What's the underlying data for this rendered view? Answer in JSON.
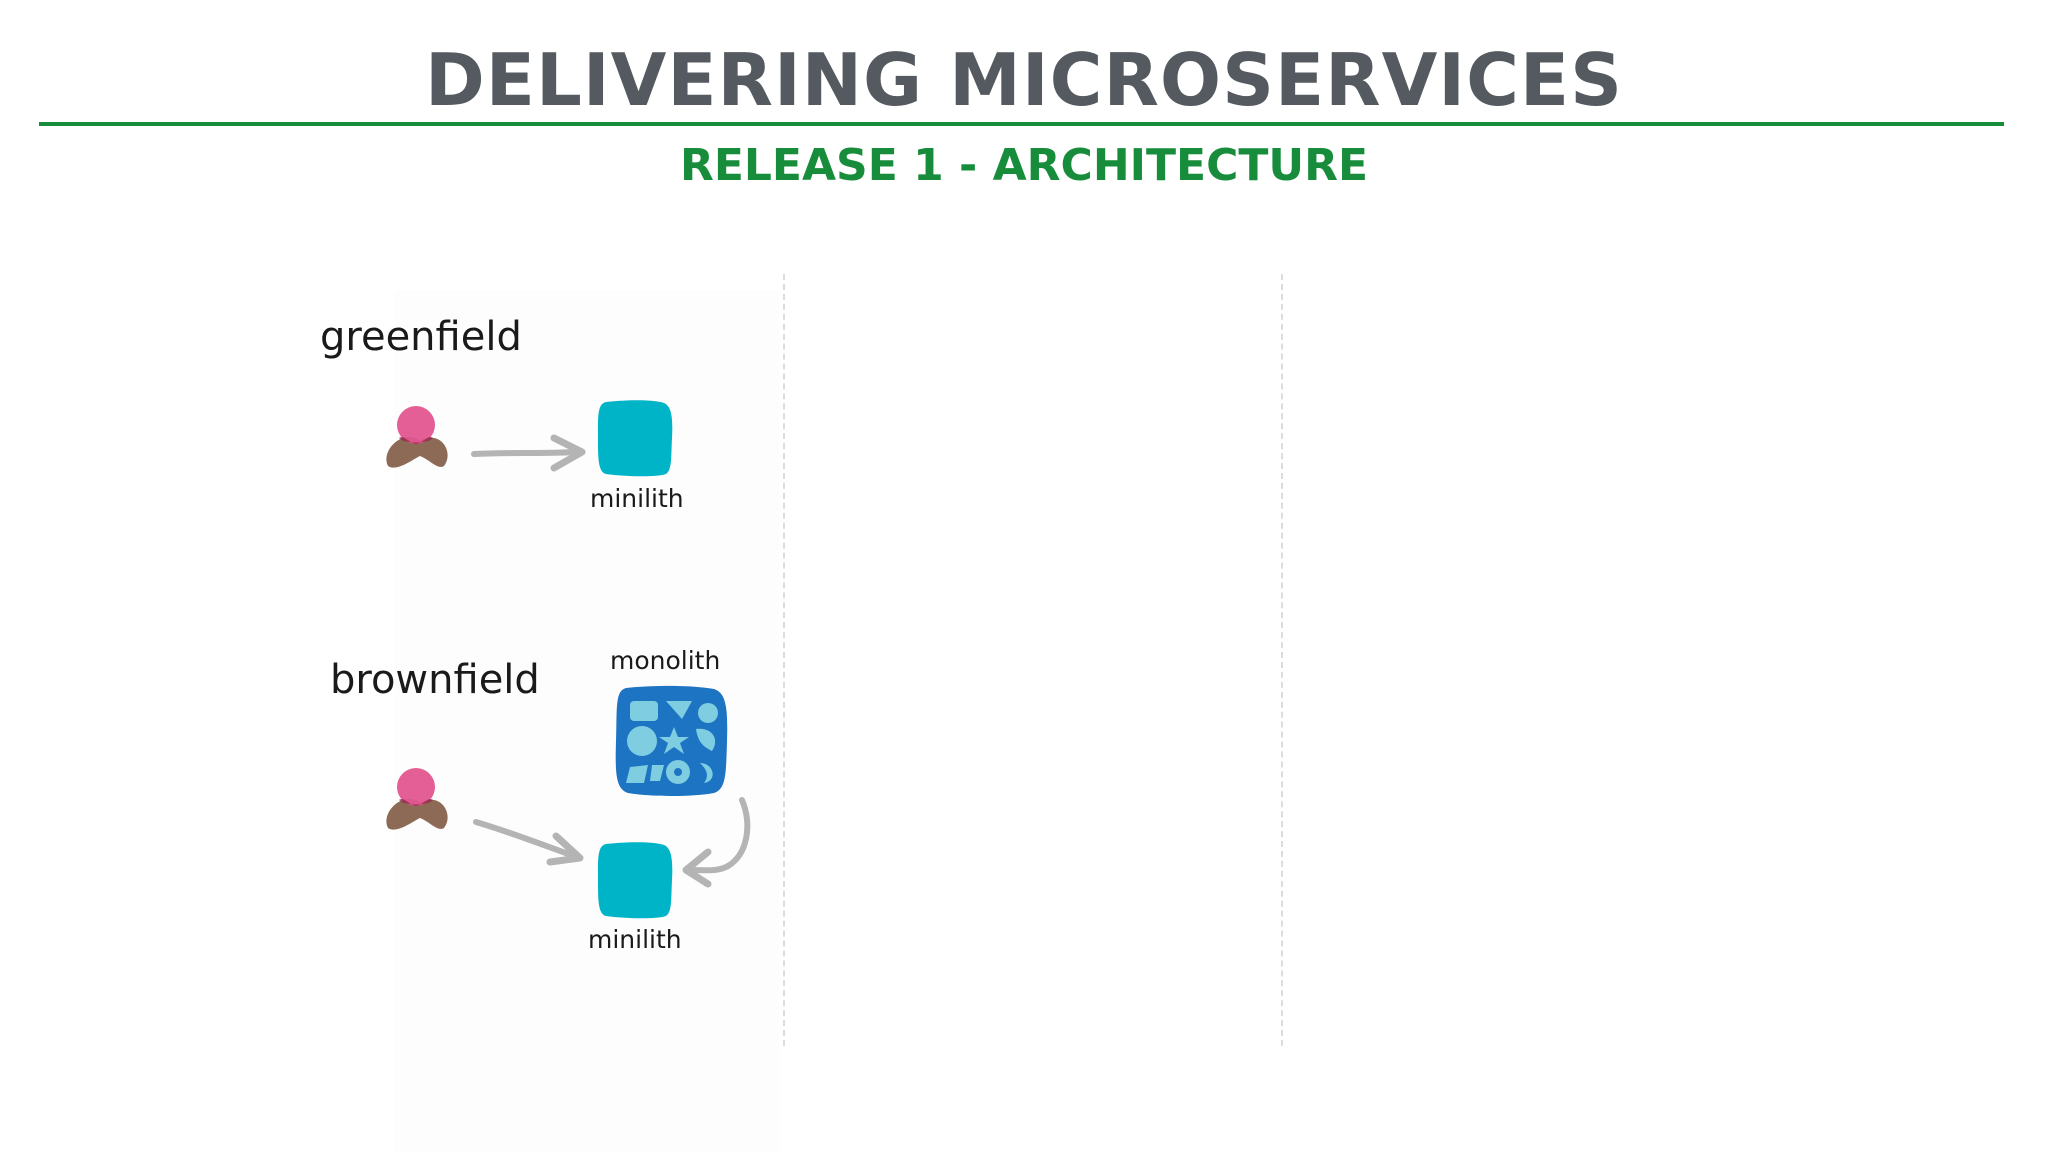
{
  "header": {
    "title": "DELIVERING MICROSERVICES",
    "subtitle": "RELEASE 1 - ARCHITECTURE"
  },
  "diagram": {
    "greenfield": {
      "label": "greenfield",
      "service_label": "minilith"
    },
    "brownfield": {
      "label": "brownfield",
      "monolith_label": "monolith",
      "service_label": "minilith"
    }
  },
  "colors": {
    "title": "#545a5f",
    "accent": "#178c3b",
    "service": "#00b4c8",
    "monolith": "#1d74c2",
    "monolith_shapes": "#7fcde0",
    "person_head": "#e2568f",
    "person_body": "#8c6a55",
    "arrow": "#b4b4b4"
  },
  "icons": [
    "person-icon",
    "service-icon",
    "monolith-icon",
    "arrow-icon"
  ]
}
